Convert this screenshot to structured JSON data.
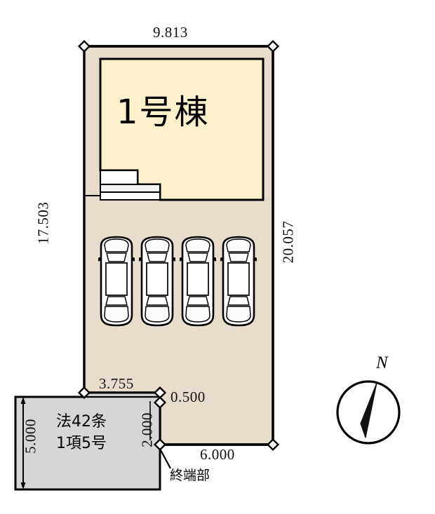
{
  "drawing": {
    "type": "site-plot-plan",
    "title_label": "1号棟",
    "colors": {
      "building_fill": "#fcf0cd",
      "site_fill": "#e8ddcd",
      "road_fill": "#d6d6d6",
      "porch_fill": "#ffffff",
      "car_fill": "#ffffff",
      "line": "#000000",
      "background": "#ffffff"
    }
  },
  "building": {
    "label": "1号棟"
  },
  "dimensions": {
    "top_width": "9.813",
    "left_height": "17.503",
    "right_height": "20.057",
    "lower_left_width": "3.755",
    "notch_width": "0.500",
    "bottom_width": "6.000",
    "road_height_left": "5.000",
    "road_height_right": "2.000"
  },
  "road": {
    "line1": "法42条",
    "line2": "1項5号"
  },
  "annotations": {
    "terminal_end": "終端部"
  },
  "compass": {
    "north_label": "N"
  },
  "parking": {
    "stall_count": 4,
    "icon": "car-top-view-icon"
  }
}
